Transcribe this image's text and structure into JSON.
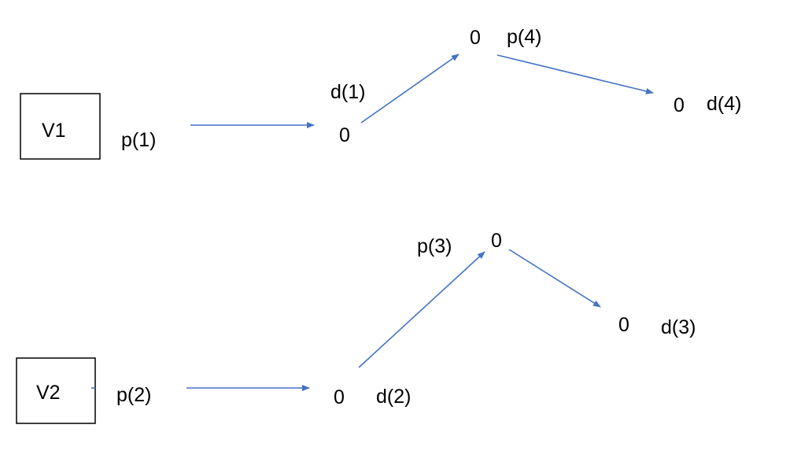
{
  "colors": {
    "arrow": "#4472C4",
    "text": "#000000",
    "box_border": "#000000"
  },
  "boxes": [
    {
      "id": "v1",
      "label": "V1"
    },
    {
      "id": "v2",
      "label": "V2"
    }
  ],
  "nodes": [
    {
      "id": "n1",
      "value": "0"
    },
    {
      "id": "n4",
      "value": "0"
    },
    {
      "id": "n4d",
      "value": "0"
    },
    {
      "id": "n2",
      "value": "0"
    },
    {
      "id": "n3",
      "value": "0"
    },
    {
      "id": "n3d",
      "value": "0"
    }
  ],
  "labels": {
    "p1": "p(1)",
    "p2": "p(2)",
    "p3": "p(3)",
    "p4": "p(4)",
    "d1": "d(1)",
    "d2": "d(2)",
    "d3": "d(3)",
    "d4": "d(4)"
  },
  "edges": [
    {
      "from": "v1",
      "to": "n1",
      "label": "p(1)"
    },
    {
      "from": "n1",
      "to": "n4",
      "label": "d(1)"
    },
    {
      "from": "n4",
      "to": "n4d",
      "label": "p(4)"
    },
    {
      "from": "v2",
      "to": "n2",
      "label": "p(2)"
    },
    {
      "from": "n2",
      "to": "n3",
      "label": "d(2)"
    },
    {
      "from": "n3",
      "to": "n3d",
      "label": "p(3)"
    }
  ]
}
